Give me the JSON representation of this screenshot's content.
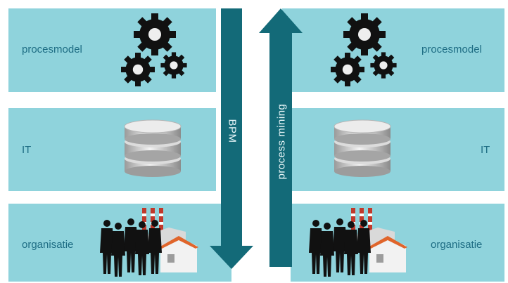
{
  "left_column": {
    "layers": [
      "procesmodel",
      "IT",
      "organisatie"
    ]
  },
  "right_column": {
    "layers": [
      "procesmodel",
      "IT",
      "organisatie"
    ]
  },
  "arrows": {
    "down_label": "BPM",
    "up_label": "process mining"
  },
  "icons": {
    "procesmodel": "gears-icon",
    "it": "database-icon",
    "organisatie": "people-factory-icon"
  },
  "colors": {
    "panel": "#8fd3dc",
    "arrow": "#136a78",
    "text": "#1e6d84"
  }
}
